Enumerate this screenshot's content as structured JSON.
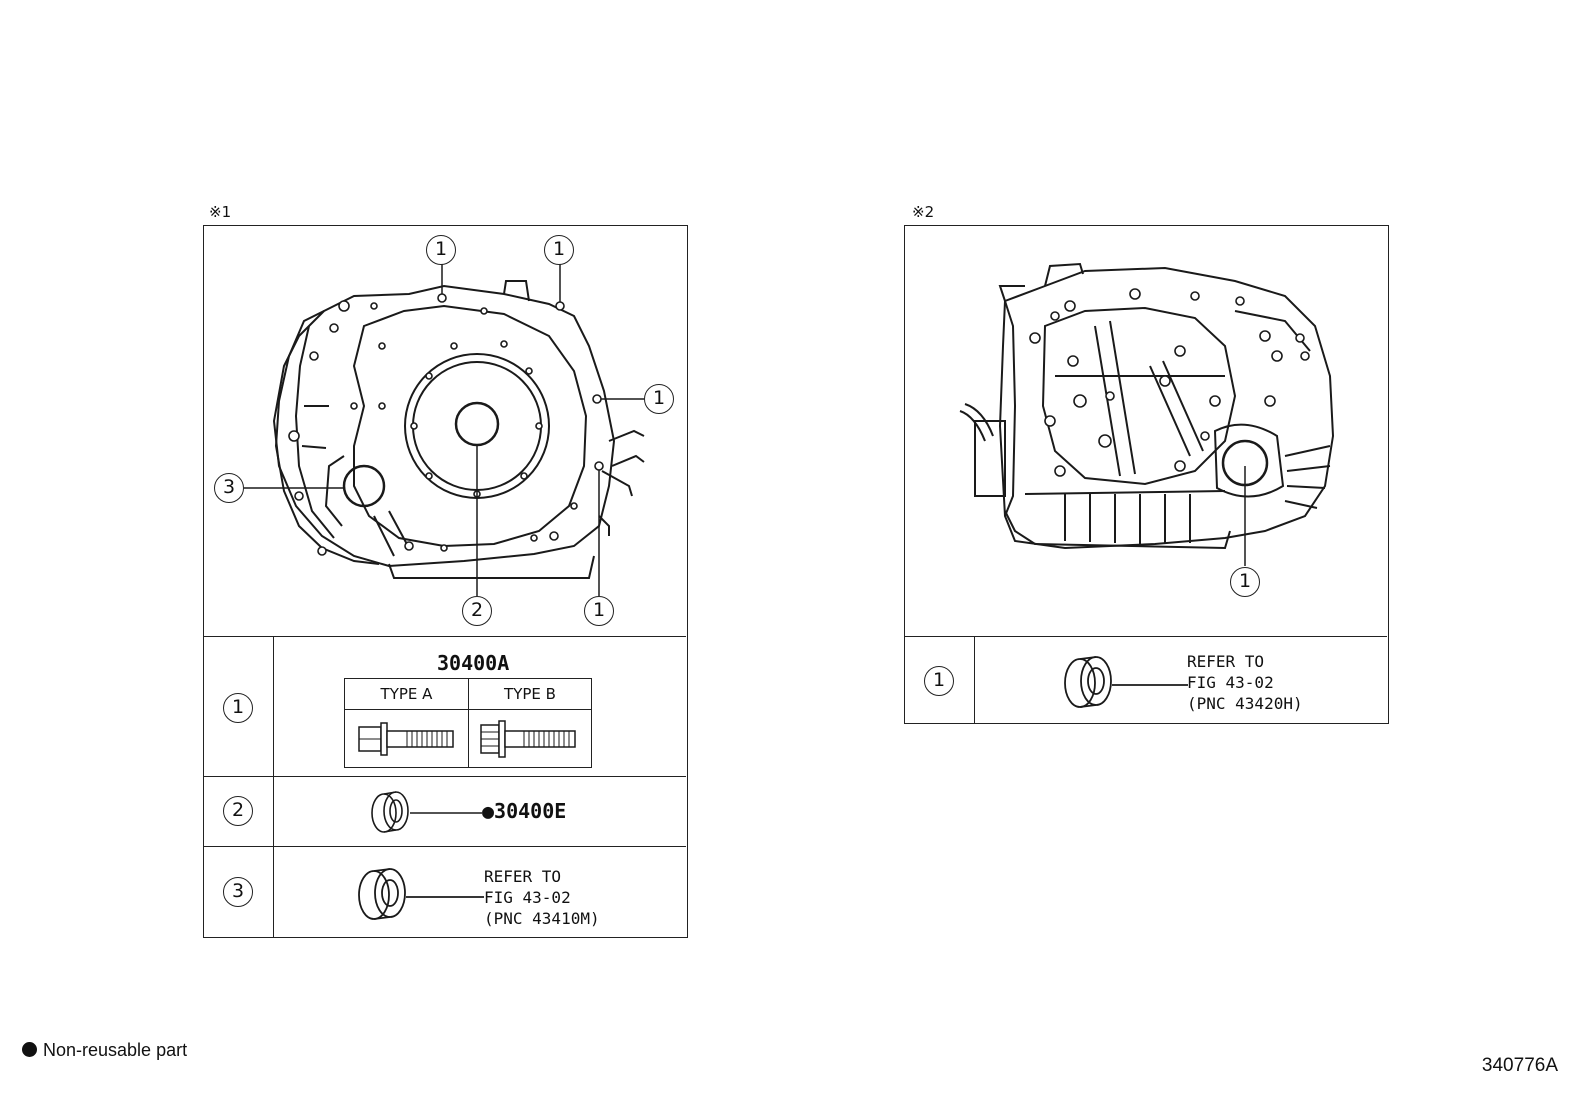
{
  "left_panel": {
    "mark": "※1",
    "callouts": [
      "1",
      "1",
      "1",
      "1",
      "2",
      "3"
    ],
    "rows": [
      {
        "index": "1",
        "part_code": "30400A",
        "types": [
          {
            "label": "TYPE A",
            "icon": "flange-bolt-icon"
          },
          {
            "label": "TYPE B",
            "icon": "washer-bolt-icon"
          }
        ]
      },
      {
        "index": "2",
        "part_code": "●30400E",
        "icon": "oil-seal-icon"
      },
      {
        "index": "3",
        "refer_lines": [
          "REFER TO",
          "FIG 43-02",
          "(PNC 43410M)"
        ],
        "icon": "oil-seal-icon"
      }
    ]
  },
  "right_panel": {
    "mark": "※2",
    "callouts": [
      "1"
    ],
    "rows": [
      {
        "index": "1",
        "refer_lines": [
          "REFER TO",
          "FIG 43-02",
          "(PNC 43420H)"
        ],
        "icon": "oil-seal-icon"
      }
    ]
  },
  "legend": {
    "text": "Non-reusable part",
    "icon": "filled-dot-icon"
  },
  "figure_id": "340776A"
}
